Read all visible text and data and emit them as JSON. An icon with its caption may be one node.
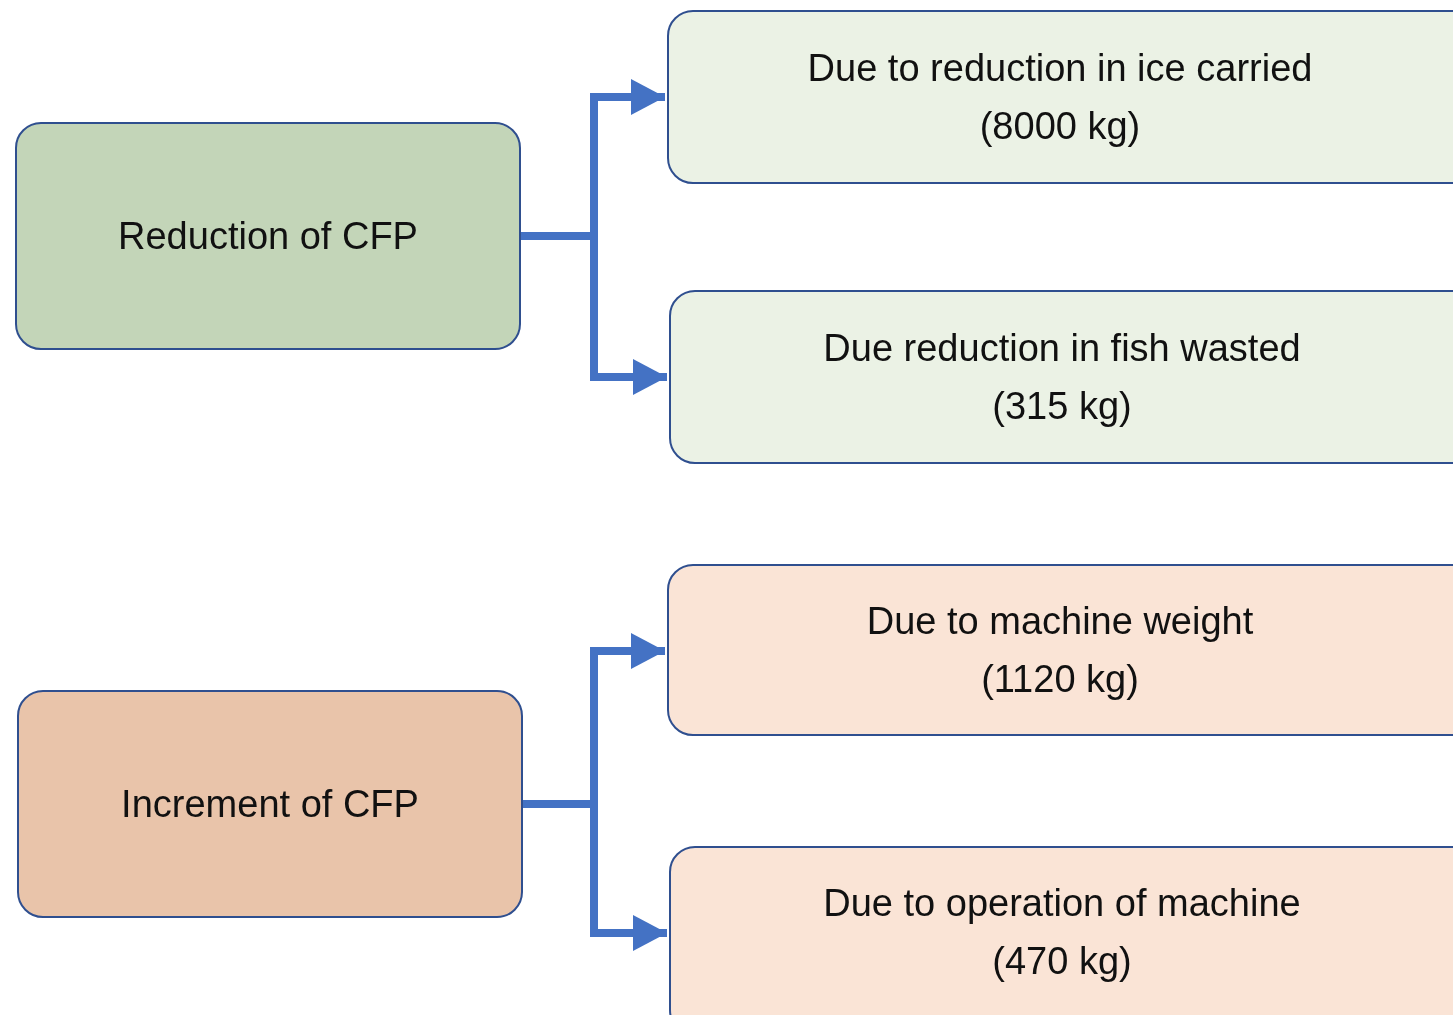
{
  "diagram": {
    "nodes": [
      {
        "text": [
          "Reduction of CFP"
        ]
      },
      {
        "text": [
          "Due to reduction in ice carried",
          "(8000 kg)"
        ]
      },
      {
        "text": [
          "Due reduction in fish wasted",
          "(315 kg)"
        ]
      },
      {
        "text": [
          "Due to machine weight",
          "(1120 kg)"
        ]
      },
      {
        "text": [
          "Due to operation of machine",
          "(470 kg)"
        ]
      },
      {
        "text": [
          "Increment of CFP"
        ]
      }
    ],
    "edges": [
      {
        "from": 0,
        "to": 1,
        "arrow": "to"
      },
      {
        "from": 0,
        "to": 2,
        "arrow": "to"
      },
      {
        "from": 5,
        "to": 3,
        "arrow": "to"
      },
      {
        "from": 5,
        "to": 4,
        "arrow": "to"
      }
    ]
  }
}
